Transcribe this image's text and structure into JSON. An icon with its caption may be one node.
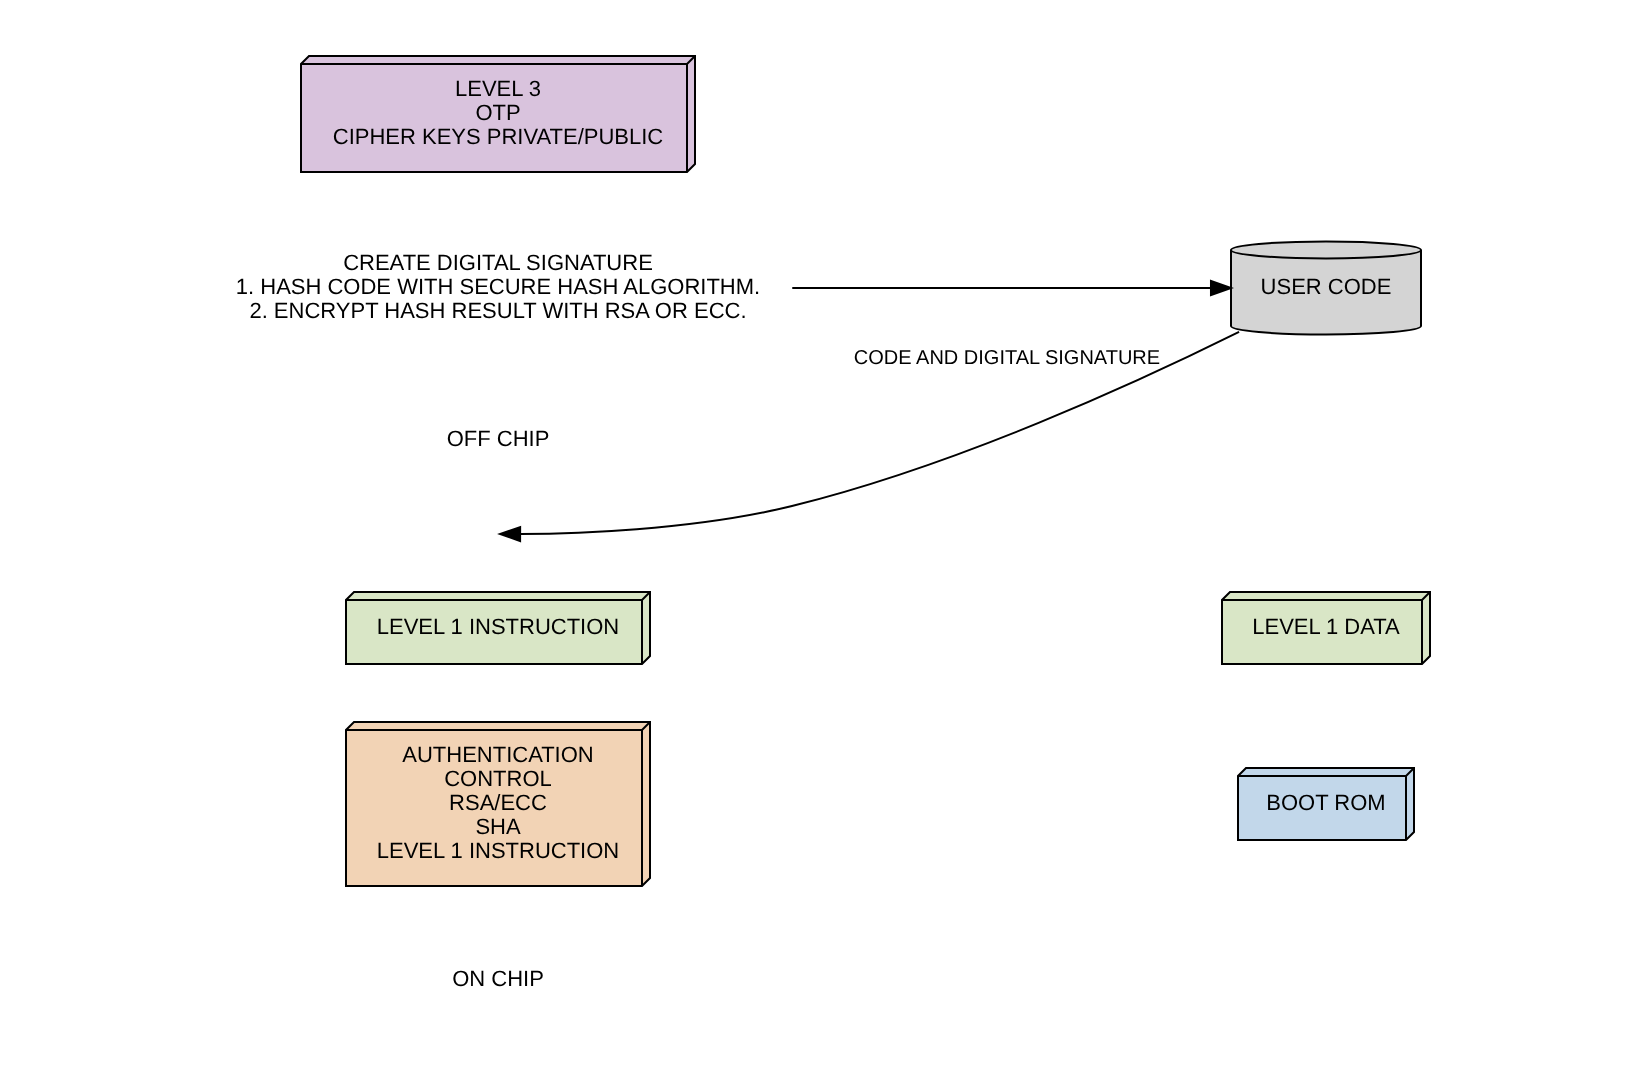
{
  "diagram": {
    "nodes": [
      {
        "text": [
          "LEVEL 1 INSTRUCTION"
        ]
      },
      {
        "text": [
          "LEVEL 1 DATA"
        ]
      },
      {
        "text": [
          "AUTHENTICATION",
          "CONTROL",
          "RSA/ECC",
          "SHA",
          "LEVEL 1 INSTRUCTION"
        ]
      },
      {
        "text": [
          "BOOT ROM"
        ]
      },
      {
        "text": [
          "LEVEL 3",
          "OTP",
          "CIPHER KEYS PRIVATE/PUBLIC"
        ]
      },
      {
        "text": [
          "USER CODE"
        ]
      },
      {
        "text": [
          "CREATE DIGITAL SIGNATURE",
          "1. HASH CODE WITH SECURE HASH ALGORITHM.",
          "2. ENCRYPT HASH RESULT WITH RSA OR ECC."
        ]
      }
    ],
    "edges": [
      {
        "from": 5,
        "to": null,
        "arrow": "to",
        "label": "CODE AND DIGITAL SIGNATURE"
      },
      {
        "from": 6,
        "to": 5,
        "arrow": "to"
      }
    ],
    "labels": [
      "ON CHIP",
      "OFF CHIP"
    ]
  }
}
